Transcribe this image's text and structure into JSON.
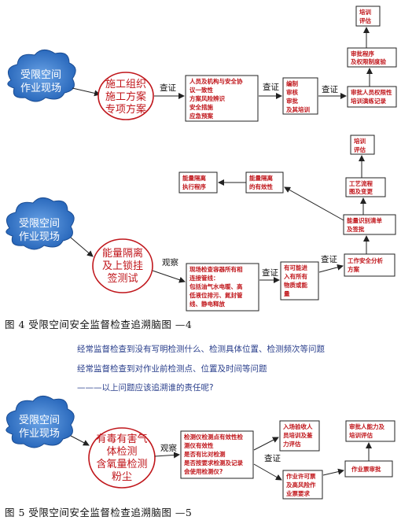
{
  "diagram1": {
    "start": [
      "受限空间",
      "作业现场"
    ],
    "plan": [
      "施工组织",
      "施工方案",
      "专项方案"
    ],
    "verify_1": "查证",
    "check_items": [
      "人员及机构与安全协",
      "议一致性",
      "方案风险辨识",
      "安全措施",
      "应急预案"
    ],
    "verify_2": "查证",
    "review_steps": [
      "编制",
      "审核",
      "审批",
      "及其培训"
    ],
    "verify_3": "查证",
    "approver": [
      "审批人员权限性",
      "培训演练记录"
    ],
    "procedure": [
      "审批程序",
      "及权限制度验"
    ],
    "training": [
      "培训",
      "评估"
    ]
  },
  "diagram2": {
    "start": [
      "受限空间",
      "作业现场"
    ],
    "isolation": [
      "能量隔离",
      "及上锁挂",
      "签测试"
    ],
    "observe": "观察",
    "inspect": [
      "现场检查容器所有相",
      "连接管线：",
      "包括油气水电暖、高",
      "低液位排污、氮封管",
      "线、静电释放"
    ],
    "verify_a": "查证",
    "isolate_all": [
      "有可能进",
      "入有所有",
      "物质或能",
      "量"
    ],
    "verify_b": "查证",
    "analysis": [
      "工作安全分析",
      "方案"
    ],
    "list_sign": [
      "能量识别清单",
      "及签批"
    ],
    "process": [
      "工艺流程",
      "图及变更"
    ],
    "train_eval": [
      "培训",
      "评估"
    ],
    "effective": [
      "能量隔离",
      "的有效性"
    ],
    "exec": [
      "能量隔离",
      "执行程序"
    ]
  },
  "caption4": "图 4 受限空间安全监督检查追溯脑图 —4",
  "notes": [
    "经常监督检查到没有写明检测什么、检测具体位置、检测频次等问题",
    "经常监督检查到对作业前检测点、位置及时间等问题",
    "———以上问题应该追溯谁的责任呢?"
  ],
  "diagram3": {
    "start": [
      "受限空间",
      "作业现场"
    ],
    "gas": [
      "有毒有害气",
      "体检测",
      "含氧量检测",
      "粉尘"
    ],
    "observe": "观察",
    "detector": [
      "检测仪检测点有效性检",
      "测仪有效性",
      "是否有比对检测",
      "是否按要求检测及记录",
      "会使用检测仪?"
    ],
    "verify": "查证",
    "acceptance": [
      "入场验收人",
      "员培训及鉴",
      "力评估"
    ],
    "permit": [
      "作业许可票",
      "及高风险作",
      "业票要求"
    ],
    "ticket_review": "作业票审批",
    "capability": [
      "审批人能力及",
      "培训评估"
    ]
  },
  "caption5": "图 5 受限空间安全监督检查追溯脑图 —5"
}
